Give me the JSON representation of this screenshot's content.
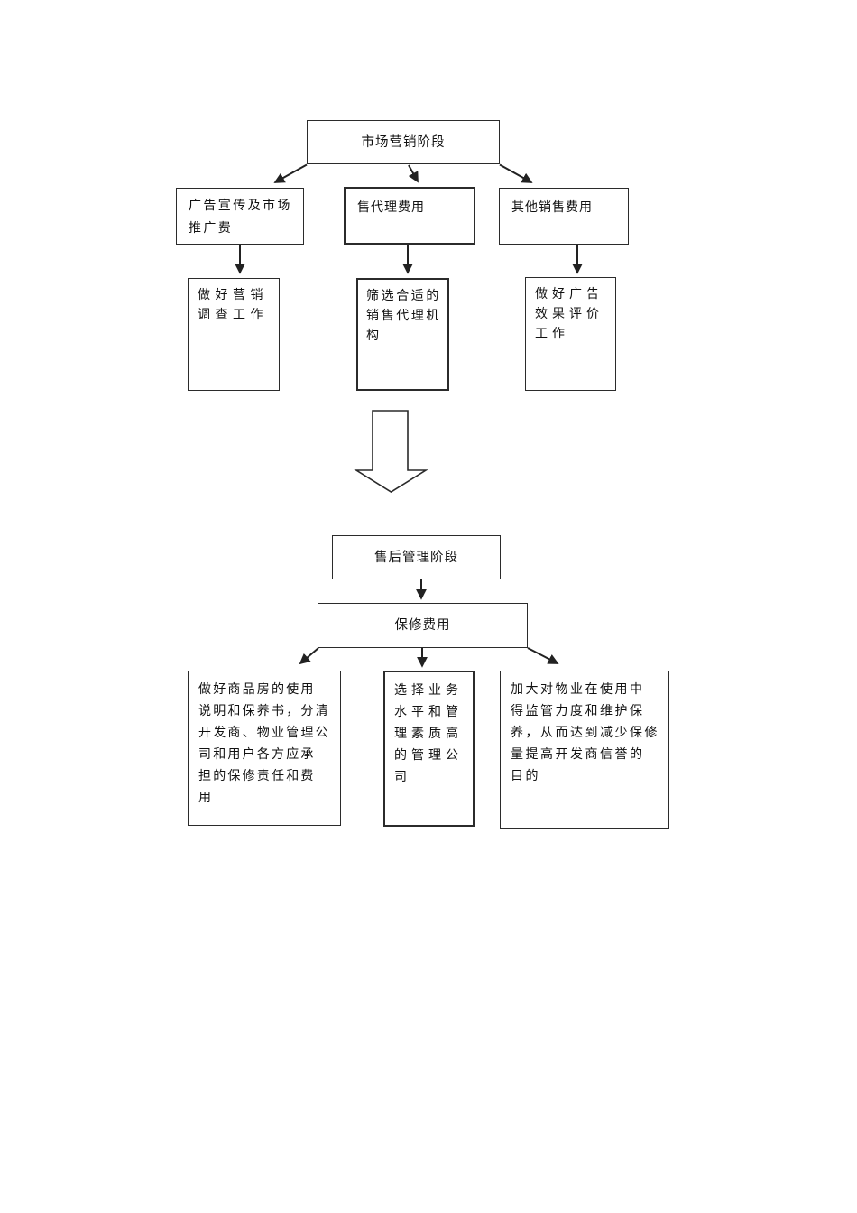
{
  "colors": {
    "background": "#ffffff",
    "line": "#222222",
    "border": "#2b2b2b",
    "text": "#111111"
  },
  "flowchart": {
    "marketing_stage": {
      "title": "市场营销阶段",
      "cost_items": [
        {
          "label": "广告宣传及市场\n推广费",
          "action": "做好营销\n调查工作"
        },
        {
          "label": "售代理费用",
          "action": "筛选合适的\n销售代理机\n构"
        },
        {
          "label": "其他销售费用",
          "action": "做好广告\n效果评价\n工作"
        }
      ]
    },
    "after_sales_stage": {
      "title": "售后管理阶段",
      "cost_item": "保修费用",
      "actions": [
        "做好商品房的使用\n说明和保养书，分清\n开发商、物业管理公\n司和用户各方应承\n担的保修责任和费\n用",
        "选择业务\n水平和管\n理素质高\n的管理公\n司",
        "加大对物业在使用中\n得监管力度和维护保\n养，从而达到减少保修\n量提高开发商信誉的\n目的"
      ]
    }
  }
}
